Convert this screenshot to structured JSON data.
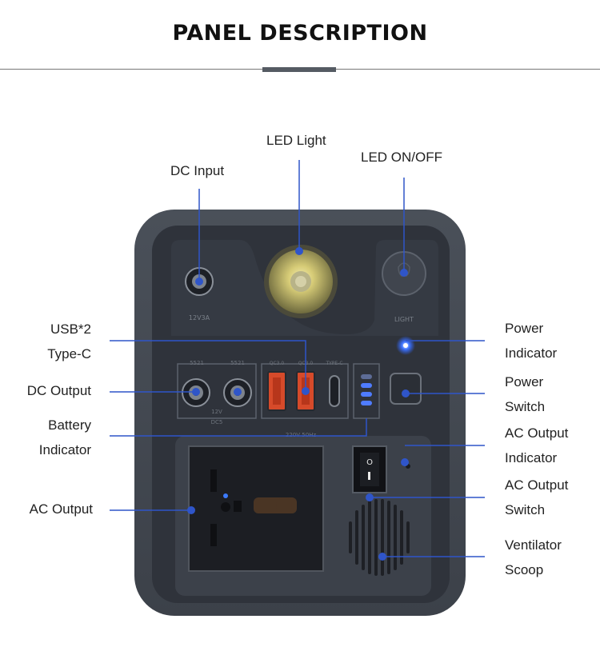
{
  "title": "PANEL DESCRIPTION",
  "labels": {
    "led_light": "LED Light",
    "dc_input": "DC Input",
    "led_on_off": "LED ON/OFF",
    "usb_line1": "USB*2",
    "usb_line2": "Type-C",
    "dc_output": "DC Output",
    "battery_line1": "Battery",
    "battery_line2": "Indicator",
    "ac_output": "AC Output",
    "power_indicator_line1": "Power",
    "power_indicator_line2": "Indicator",
    "power_switch_line1": "Power",
    "power_switch_line2": "Switch",
    "ac_output_indicator_line1": "AC Output",
    "ac_output_indicator_line2": "Indicator",
    "ac_output_switch_line1": "AC Output",
    "ac_output_switch_line2": "Switch",
    "ventilator_line1": "Ventilator",
    "ventilator_line2": "Scoop"
  },
  "device_print": {
    "dc_in": "12V3A",
    "light": "LIGHT",
    "dc_out": "12V",
    "dc_out_sub": "DC5",
    "usb_a1": "QC3.0",
    "usb_a2": "QC3.0",
    "usb_c": "TYPE-C",
    "port_5521a": "5521",
    "port_5521b": "5521",
    "ac_rating": "220V 50Hz"
  },
  "colors": {
    "callout_line": "#2f55c9",
    "body": "#3a4048",
    "panel": "#2c3038",
    "usb_port": "#d64a2a",
    "indicator": "#2d63ff"
  }
}
